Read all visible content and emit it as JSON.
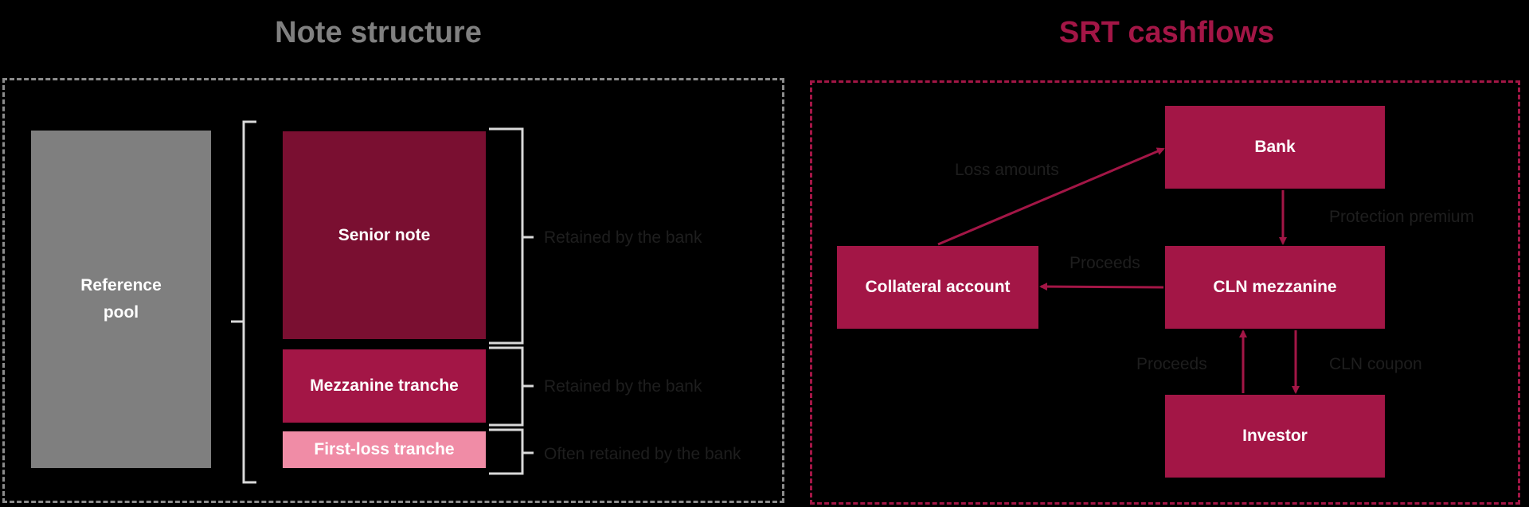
{
  "titles": {
    "note_structure": "Note structure",
    "srt_cashflows": "SRT cashflows"
  },
  "note_structure": {
    "reference_pool": {
      "line1": "Reference",
      "line2": "pool"
    },
    "tranches": {
      "senior": "Senior note",
      "mezzanine": "Mezzanine tranche",
      "first_loss": "First-loss tranche"
    },
    "retention": {
      "senior": "Retained by the bank",
      "mezzanine": "Retained by the bank",
      "first_loss": "Often retained by the bank"
    }
  },
  "srt_cashflows": {
    "nodes": {
      "bank": "Bank",
      "cln_mezzanine": "CLN mezzanine",
      "collateral_account": "Collateral account",
      "investor": "Investor"
    },
    "flows": {
      "loss_amounts": "Loss amounts",
      "protection_premium": "Protection premium",
      "proceeds_to_collateral": "Proceeds",
      "proceeds_from_investor": "Proceeds",
      "cln_coupon": "CLN coupon"
    }
  },
  "colors": {
    "left_border": "#8c8c8c",
    "right_border": "#a31646",
    "senior": "#7a0f31",
    "mezzanine": "#a31646",
    "first_loss": "#f08ca6",
    "reference_pool": "#7f7f7f",
    "bracket": "#d9d9d9"
  }
}
